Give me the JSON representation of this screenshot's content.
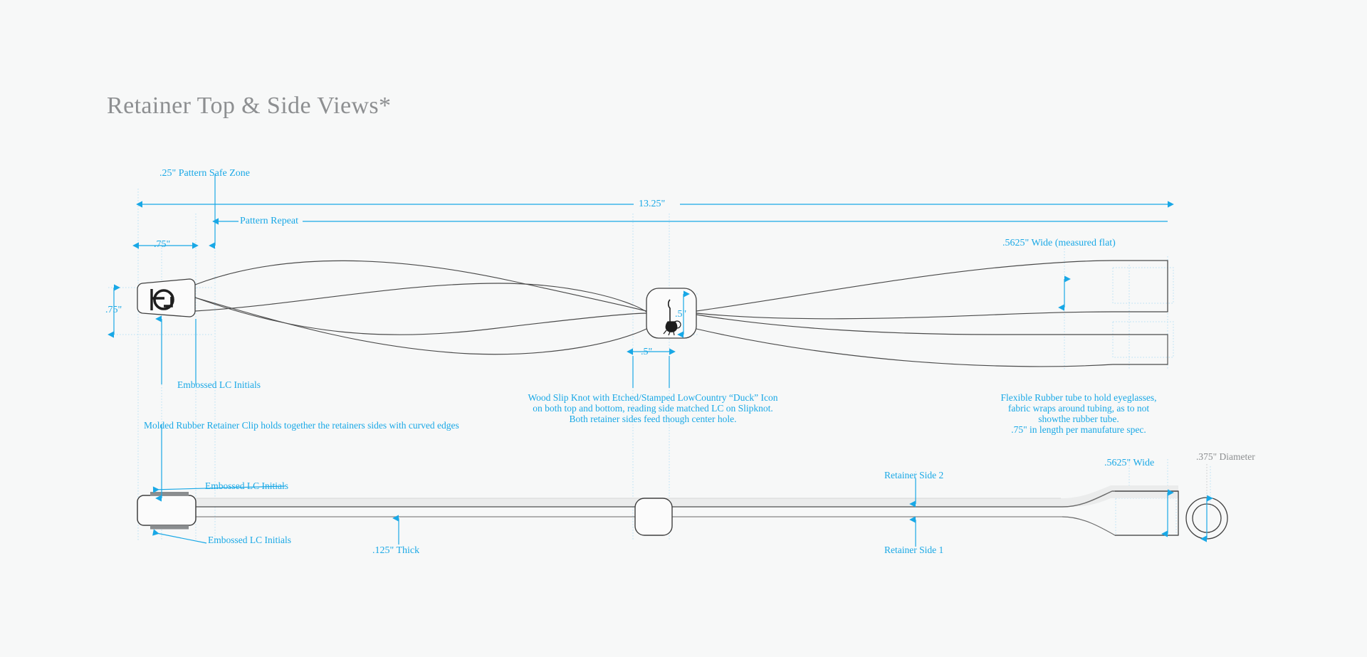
{
  "title": "Retainer Top & Side Views*",
  "colors": {
    "accent": "#19a8e6",
    "accent_light": "#9fd9f2",
    "gray_text": "#8d8f91",
    "ink": "#3c3c3c",
    "background": "#f7f8f8",
    "fabric_fill": "#eceded"
  },
  "dimensions": {
    "overall_length": "13.25\"",
    "pattern_safe_zone": ".25\" Pattern Safe Zone",
    "pattern_repeat": "Pattern Repeat",
    "safe_zone_width": ".75\"",
    "clip_height": ".75\"",
    "knot_height": ".5\"",
    "knot_width": ".5\"",
    "strap_width_flat": ".5625\" Wide (measured flat)",
    "strap_width_side": ".5625\" Wide",
    "thickness": ".125\" Thick",
    "tube_diameter": ".375\" Diameter"
  },
  "annotations": {
    "embossed_top": "Embossed LC Initials",
    "molded_clip": "Molded Rubber Retainer Clip holds together the retainers sides with curved edges",
    "knot_note": [
      "Wood Slip Knot with Etched/Stamped LowCountry “Duck” Icon",
      "on both top and bottom, reading side matched LC on Slipknot.",
      "Both retainer sides feed though center hole."
    ],
    "tube_note": [
      "Flexible Rubber tube to hold eyeglasses,",
      "fabric wraps around tubing, as to not",
      "showthe rubber tube.",
      ".75\" in length per manufature spec."
    ],
    "embossed_side_top": "Embossed LC Initials",
    "embossed_side_bottom": "Embossed LC Initials",
    "retainer_side_2": "Retainer Side 2",
    "retainer_side_1": "Retainer Side 1"
  },
  "icons": {
    "clip_monogram": "LC monogram embossed, rotated",
    "knot_icon": "lowcountry-duck-icon"
  }
}
